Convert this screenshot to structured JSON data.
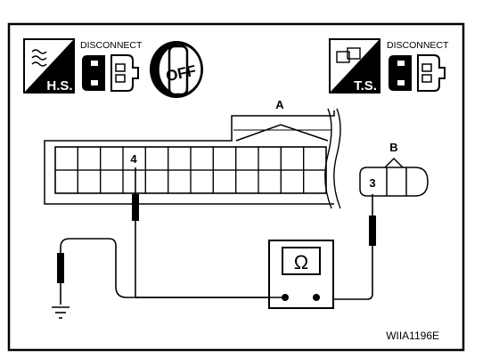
{
  "icons": {
    "hs_badge": "H.S.",
    "ts_badge": "T.S.",
    "disconnect_left": "DISCONNECT",
    "disconnect_right": "DISCONNECT",
    "ignition_state": "OFF"
  },
  "connectors": {
    "a_label": "A",
    "b_label": "B",
    "pin_a": "4",
    "pin_b": "3"
  },
  "meter": {
    "symbol": "Ω"
  },
  "figure_id": "WIIA1196E",
  "icon_names": [
    "hs-tester-icon",
    "disconnect-connector-icon",
    "ignition-off-key-icon",
    "ts-tester-icon",
    "ohmmeter-icon",
    "ground-icon"
  ]
}
